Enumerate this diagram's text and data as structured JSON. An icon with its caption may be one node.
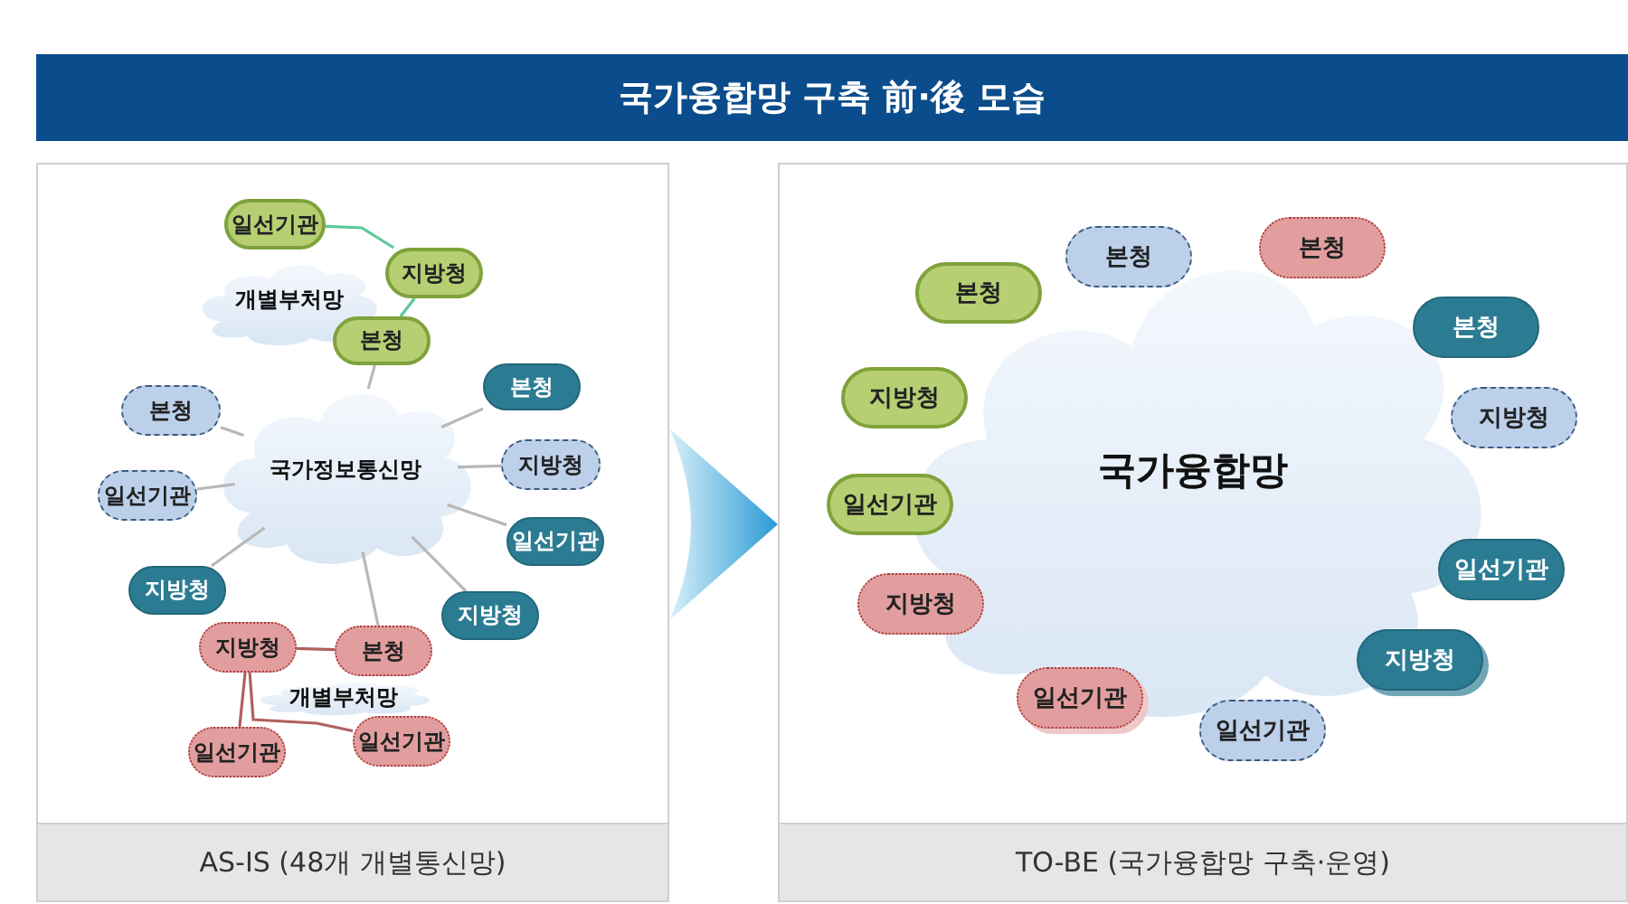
{
  "diagram": {
    "title": "국가융합망 구축 前·後 모습",
    "nodes": [
      {
        "text": [
          "AS-IS (48개 개별통신망)"
        ]
      },
      {
        "text": [
          "TO-BE (국가융합망 구축·운영)"
        ]
      },
      {
        "text": [
          "개별부처망"
        ],
        "in": 0
      },
      {
        "text": [
          "일선기관"
        ],
        "in": 0
      },
      {
        "text": [
          "지방청"
        ],
        "in": 0
      },
      {
        "text": [
          "본청"
        ],
        "in": 0
      },
      {
        "text": [
          "국가정보통신망"
        ],
        "in": 0
      },
      {
        "text": [
          "본청"
        ],
        "in": 0
      },
      {
        "text": [
          "일선기관"
        ],
        "in": 0
      },
      {
        "text": [
          "지방청"
        ],
        "in": 0
      },
      {
        "text": [
          "본청"
        ],
        "in": 0
      },
      {
        "text": [
          "지방청"
        ],
        "in": 0
      },
      {
        "text": [
          "일선기관"
        ],
        "in": 0
      },
      {
        "text": [
          "지방청"
        ],
        "in": 0
      },
      {
        "text": [
          "개별부처망"
        ],
        "in": 0
      },
      {
        "text": [
          "지방청"
        ],
        "in": 0
      },
      {
        "text": [
          "본청"
        ],
        "in": 0
      },
      {
        "text": [
          "일선기관"
        ],
        "in": 0
      },
      {
        "text": [
          "일선기관"
        ],
        "in": 0
      },
      {
        "text": [
          "국가융합망"
        ],
        "in": 1
      },
      {
        "text": [
          "본청"
        ],
        "in": 1
      },
      {
        "text": [
          "본청"
        ],
        "in": 1
      },
      {
        "text": [
          "본청"
        ],
        "in": 1
      },
      {
        "text": [
          "본청"
        ],
        "in": 1
      },
      {
        "text": [
          "지방청"
        ],
        "in": 1
      },
      {
        "text": [
          "지방청"
        ],
        "in": 1
      },
      {
        "text": [
          "일선기관"
        ],
        "in": 1
      },
      {
        "text": [
          "일선기관"
        ],
        "in": 1
      },
      {
        "text": [
          "지방청"
        ],
        "in": 1
      },
      {
        "text": [
          "지방청"
        ],
        "in": 1
      },
      {
        "text": [
          "일선기관"
        ],
        "in": 1
      },
      {
        "text": [
          "일선기관"
        ],
        "in": 1
      }
    ],
    "edges": [
      {
        "from": 3,
        "to": 4,
        "arrow": "none",
        "color": "#5cc89a"
      },
      {
        "from": 4,
        "to": 5,
        "arrow": "none",
        "color": "#5cc89a"
      },
      {
        "from": 5,
        "to": 6,
        "arrow": "none"
      },
      {
        "from": 7,
        "to": 6,
        "arrow": "none"
      },
      {
        "from": 8,
        "to": 6,
        "arrow": "none"
      },
      {
        "from": 9,
        "to": 6,
        "arrow": "none"
      },
      {
        "from": 10,
        "to": 6,
        "arrow": "none"
      },
      {
        "from": 11,
        "to": 6,
        "arrow": "none"
      },
      {
        "from": 12,
        "to": 6,
        "arrow": "none"
      },
      {
        "from": 13,
        "to": 6,
        "arrow": "none"
      },
      {
        "from": 16,
        "to": 6,
        "arrow": "none"
      },
      {
        "from": 15,
        "to": 16,
        "arrow": "none",
        "color": "#b06060"
      },
      {
        "from": 15,
        "to": 17,
        "arrow": "none",
        "color": "#b06060"
      },
      {
        "from": 15,
        "to": 18,
        "arrow": "none",
        "color": "#b06060"
      },
      {
        "from": 0,
        "to": 1,
        "arrow": "to"
      }
    ]
  }
}
